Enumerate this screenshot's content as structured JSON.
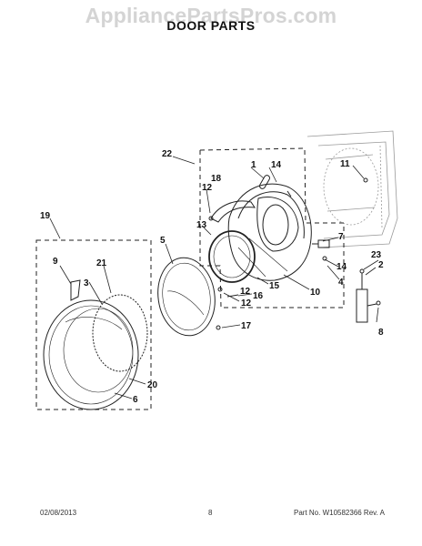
{
  "watermark": "AppliancePartsPros.com",
  "title": "DOOR PARTS",
  "footer": {
    "date": "02/08/2013",
    "page": "8",
    "part_number": "Part No. W10582366  Rev. A"
  },
  "callouts": [
    "1",
    "2",
    "3",
    "4",
    "5",
    "6",
    "7",
    "8",
    "9",
    "10",
    "11",
    "12",
    "12",
    "12",
    "13",
    "14",
    "14",
    "15",
    "16",
    "17",
    "18",
    "19",
    "20",
    "21",
    "22",
    "23"
  ]
}
